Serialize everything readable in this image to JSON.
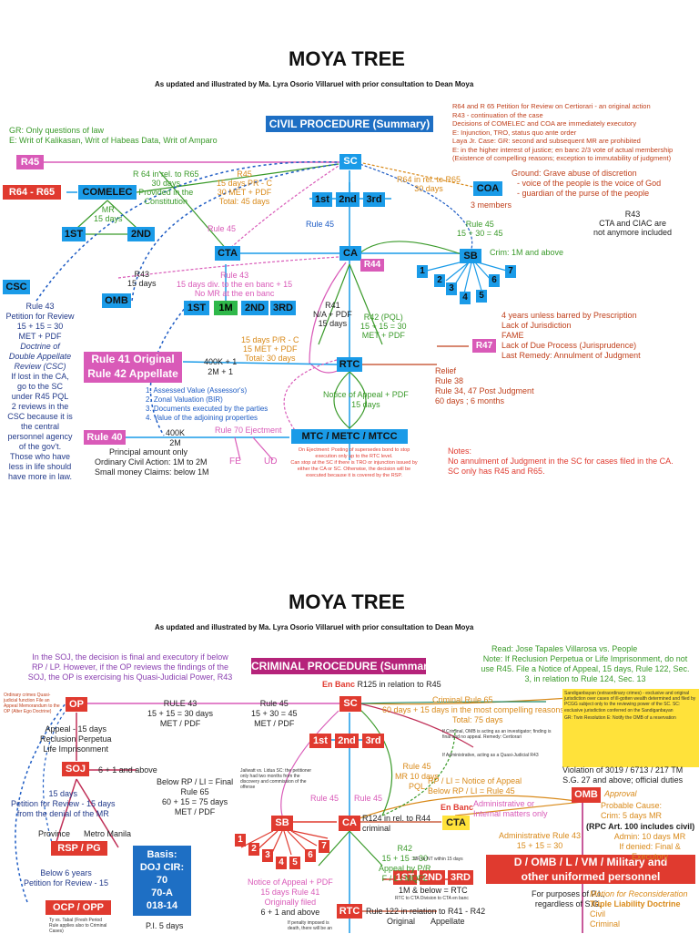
{
  "top": {
    "title": "MOYA TREE",
    "subtitle": "As updated and illustrated by Ma. Lyra Osorio Villaruel with prior consultation to Dean Moya",
    "gr_line1": "GR: Only questions of law",
    "gr_line2": "E: Writ of Kalikasan, Writ of Habeas Data, Writ of Amparo",
    "banner": "CIVIL PROCEDURE (Summary)",
    "right_notes": [
      "R64 and R 65 Petition for Review on Certiorari - an original action",
      "R43 - continuation of the case",
      "Decisions of COMELEC and COA are immediately executory",
      "E: Injunction, TRO, status quo ante order",
      "Laya Jr. Case: GR: second and subsequent MR are prohibited",
      "E: in the higher interest of justice; en banc 2/3 vote of actual membership",
      "(Existence of compelling reasons; exception to immutability of judgment)"
    ],
    "boxes": {
      "r45": "R45",
      "sc": "SC",
      "r6465": "R64 - R65",
      "comelec": "COMELEC",
      "first": "1st",
      "second": "2nd",
      "third": "3rd",
      "coa": "COA",
      "st1": "1ST",
      "nd2": "2ND",
      "cta": "CTA",
      "ca": "CA",
      "r44": "R44",
      "sb": "SB",
      "csc": "CSC",
      "omb": "OMB",
      "c1st": "1ST",
      "c1m": "1M",
      "c2nd": "2ND",
      "c3rd": "3RD",
      "rule41": "Rule 41 Original",
      "rule42": "Rule 42 Appellate",
      "rtc": "RTC",
      "r47": "R47",
      "rule40": "Rule 40",
      "mtc": "MTC / METC / MTCC",
      "fe": "FE",
      "ud": "UD",
      "sb1": "1",
      "sb2": "2",
      "sb3": "3",
      "sb4": "4",
      "sb5": "5",
      "sb6": "6",
      "sb7": "7"
    },
    "labels": {
      "r64_in_rel": "R 64 in rel. to R65",
      "r64_30": "30 days",
      "provided": "Provided in the",
      "constitution": "Constitution",
      "mr": "MR",
      "mr15": "15 days",
      "r45a": "R45",
      "pr15": "15 days PR - C",
      "met30": "30 MET + PDF",
      "total45": "Total: 45 days",
      "r64_in_rel2": "R64 in rel. to R65",
      "r64_30b": "30 days",
      "members": "3 members",
      "ground": "Ground: Grave abuse of discretion",
      "ground1": "- voice of the people is the voice of God",
      "ground2": "- guardian of the purse of the people",
      "r43": "R43",
      "cta_ciac": "CTA and CIAC are",
      "not_anymore": "not anymore included",
      "rule45": "Rule 45",
      "rule45b": "Rule 45",
      "r45eq": "15 + 30 = 45",
      "crim": "Crim: 1M and above",
      "r43b": "R43",
      "r43b15": "15 days",
      "rule43": "Rule 43",
      "div": "15 days div. to the en banc + 15",
      "nomr": "No MR at the en banc",
      "rule43csc": "Rule 43",
      "petition": "Petition for Review",
      "eq30": "15 + 15 = 30",
      "metpdf": "MET + PDF",
      "doctrine": "Doctrine of",
      "double": "Double Appellate",
      "review": "Review (CSC)",
      "iflost": "If lost in the CA,",
      "goto": "go to the SC",
      "under": "under R45 PQL",
      "tworev": "2 reviews in the",
      "cscbec": "CSC because it is",
      "central": "the central",
      "personnel": "personnel agency",
      "ofgov": "of the gov't.",
      "those": "Those who have",
      "lessin": "less in life should",
      "havemore": "have more in law.",
      "r41": "R41",
      "nap": "N/A + PDF",
      "r41_15": "15 days",
      "r42": "R42 (PQL)",
      "r42eq": "15 + 15 = 30",
      "r42met": "MET + PDF",
      "pr15b": "15 days P/R - C",
      "met15": "15 MET + PDF",
      "total30": "Total: 30 days",
      "r47_1": "4 years  unless barred by  Prescription",
      "r47_2": "Lack of Jurisdiction",
      "r47_3": "FAME",
      "r47_4": "Lack of Due Process (Jurisprudence)",
      "r47_5": "Last Remedy: Annulment of Judgment",
      "k400": "400K + 1",
      "m2": "2M + 1",
      "a1": "1.  Assessed Value (Assessor's)",
      "a2": "2.  Zonal Valuation (BIR)",
      "a3": "3.  Documents executed by the parties",
      "a4": "4.  Value of the adjoining properties",
      "relief": "Relief",
      "rule38": "Rule 38",
      "rule34": "Rule 34, 47 Post Judgment",
      "sixty": "60 days ; 6 months",
      "notice": "Notice of Appeal + PDF",
      "notice15": "15 days",
      "k400b": "400K",
      "m2b": "2M",
      "rule70": "Rule 70 Ejectment",
      "principal": "Principal amount only",
      "ordinary": "Ordinary Civil Action: 1M to 2M",
      "smallm": "Small money Claims: below 1M",
      "eject1": "On Ejectment: Posting of supersedes bond to stop",
      "eject2": "execution only up to the RTC level.",
      "eject3": "Can stop at the SC if there is TRO or injunction issued by",
      "eject4": "either the CA or SC. Otherwise, the decision will be",
      "eject5": "executed because it is covered by the RSP.",
      "notes": "Notes:",
      "notes1": "No annulment of Judgment in the SC for cases filed in the CA.",
      "notes2": "SC only has R45 and R65."
    }
  },
  "bottom": {
    "title": "MOYA TREE",
    "subtitle": "As updated and illustrated by Ma. Lyra Osorio Villaruel with prior consultation to Dean Moya",
    "soj_note1": "In the SOJ, the decision is final and executory if below",
    "soj_note2": "RP / LP. However, if the OP reviews the findings of the",
    "soj_note3": "SOJ, the OP is exercising his Quasi-Judicial Power, R43",
    "banner": "CRIMINAL  PROCEDURE (Summary)",
    "read": "Read: Jose Tapales Villarosa vs. People",
    "note1": "Note: If Reclusion Perpetua or Life Imprisonment, do not",
    "note2": "use R45. File a Notice of Appeal, 15 days, Rule 122, Sec.",
    "note3": "3, in relation to Rule 124, Sec. 13",
    "boxes": {
      "op": "OP",
      "sc": "SC",
      "first": "1st",
      "second": "2nd",
      "third": "3rd",
      "soj": "SOJ",
      "omb": "OMB",
      "sb": "SB",
      "ca": "CA",
      "cta": "CTA",
      "rsp": "RSP / PG",
      "basis1": "Basis:",
      "basis2": "DOJ CIR:",
      "basis3": "70",
      "basis4": "70-A",
      "basis5": "018-14",
      "n1": "1",
      "n2": "2",
      "n3": "3",
      "n4": "4",
      "n5": "5",
      "n6": "6",
      "n7": "7",
      "st1": "1ST",
      "nd2": "2ND",
      "rd3": "3RD",
      "military1": "D / OMB / L / VM / Military and",
      "military2": "other uniformed personnel",
      "ocp": "OCP / OPP",
      "rtc": "RTC"
    },
    "labels": {
      "ordinary_note": "Ordinary crimes Quasi-judicial function File an Appeal Memorandum to the OP (Alter Ego Doctrine)",
      "rule43": "RULE 43",
      "r43eq": "15 + 15 = 30 days",
      "r43met": "MET / PDF",
      "rule45": "Rule 45",
      "r45eq": "15 + 30 = 45",
      "r45met": "MET / PDF",
      "enbanc": "En Banc",
      "r125": "R125 in relation to R45",
      "crimrule": "Criminal Rule 65",
      "sixty": "60 days + 15 days in the most compelling reasons",
      "total75": "Total: 75 days",
      "appeal15": "Appeal - 15 days",
      "reclusion": "Reclusion Perpetua",
      "life": "Life Imprisonment",
      "sixone": "6 + 1 and above",
      "below": "Below RP / LI = Final",
      "rule65": "Rule 65",
      "r65eq": "60 + 15 = 75 days",
      "r65met": "MET / PDF",
      "fifteen": "15 days",
      "pfr": "Petition for Review - 15 days",
      "fromden": "from the denial of the MR",
      "province": "Province",
      "metro": "Metro Manila",
      "below6": "Below 6 years",
      "pfr15": "Petition for Review - 15",
      "pi5": "P.I. 5 days",
      "if_criminal": "If Criminal, OMB is acting as an investigator; finding is final and no appeal. Remedy: Certiorari",
      "if_admin": "If Administrative, acting as a Quasi-Judicial R43",
      "rule45b": "Rule 45",
      "mr10": "MR 10 days",
      "pql": "PQL",
      "rp_li": "RP / LI = Notice of Appeal",
      "below_rp": "Below RP / LI = Rule 45",
      "rule45c": "Rule 45",
      "rule45d": "Rule 45",
      "enbanc2": "En Banc",
      "admin_or": "Administrative or",
      "internal": "Internal matters only",
      "r124": "R124 in rel. to R44",
      "criminal": "criminal",
      "violation": "Violation of 3019 / 6713 / 217 TM",
      "sg27": "S.G. 27 and above; official duties",
      "approval": "Approval",
      "probable": "Probable Cause:",
      "crim5": "Crim: 5 days MR",
      "rpc": "(RPC Art. 100 includes civil)",
      "admin10": "Admin: 10 days MR",
      "denied": "If denied: Final & Executory",
      "adminrule": "Administrative Rule 43",
      "adminrule_eq": "15 + 15 = 30",
      "r42": "R42",
      "r42eq": "15 + 15 = 30",
      "appealpr": "Appeal by P/R",
      "fl": "F / L / MQFL",
      "below1m": "1M & below = RTC",
      "notice": "Notice of Appeal + PDF",
      "notice15": "15 days Rule 41",
      "orig": "Originally filed",
      "sixabove": "6 + 1 and above",
      "rule122": "Rule 122 in relation to R41 - R42",
      "original": "Original",
      "appellate": "Appellate",
      "forpurposes": "For purposes of P.I.,",
      "regardless": "regardless of S.G.",
      "motion": "Motion for Reconsideration",
      "triple": "Triple Liability Doctrine",
      "civil": "Civil",
      "criminal2": "Criminal",
      "sb_note": "Sandiganbayan (extraordinary crimes) - exclusive and original jurisdiction over cases of ill-gotten wealth determined and filed by PCGG subject only to the reviewing power of the SC. SC: exclusive jurisdiction conferred on the Sandiganbayan",
      "gr_note": "GR: Twin Resolution E: Notify the OMB of a reservation",
      "jail_note": "Jailwatt vs. Lidua SC: the petitioner only had two months from the discovery and commission of the offense",
      "mr_note": "MR or NT within 15 days",
      "rtc_note": "RTC to CTA Division to CTA en banc",
      "penalty_note": "If penalty imposed is death, there will be an",
      "ty_note": "Ty vs. Tabal (Fresh Period Rule applies also to Criminal Cases)"
    }
  }
}
